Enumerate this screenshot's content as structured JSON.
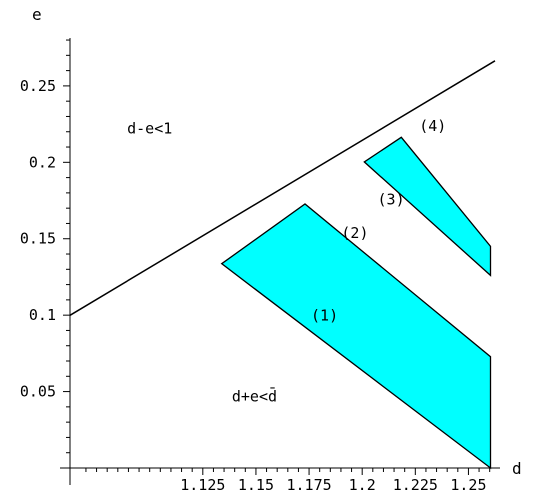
{
  "chart_data": {
    "type": "area",
    "xlabel": "d",
    "ylabel": "e",
    "xlim": [
      1.0625,
      1.2625
    ],
    "ylim": [
      0,
      0.2833
    ],
    "x_ticks": [
      1.125,
      1.15,
      1.175,
      1.2,
      1.225,
      1.25
    ],
    "x_tick_labels": [
      "1.125",
      "1.15",
      "1.175",
      "1.2",
      "1.225",
      "1.25"
    ],
    "y_ticks": [
      0.05,
      0.1,
      0.15,
      0.2,
      0.25
    ],
    "y_tick_labels": [
      "0.05",
      "0.1",
      "0.15",
      "0.2",
      "0.25"
    ],
    "lines": [
      {
        "points": [
          [
            1.0625,
            0.0999
          ],
          [
            1.2625,
            0.2664
          ]
        ]
      }
    ],
    "regions": [
      {
        "label": "(1)",
        "color": "#00FFFF",
        "points": [
          [
            1.1339,
            0.1337
          ],
          [
            1.1731,
            0.1727
          ],
          [
            1.2604,
            0.0728
          ],
          [
            1.2604,
            0.0
          ]
        ]
      },
      {
        "label": "(3)",
        "color": "#00FFFF",
        "points": [
          [
            1.201,
            0.2003
          ],
          [
            1.2184,
            0.2164
          ],
          [
            1.2604,
            0.145
          ],
          [
            1.2604,
            0.126
          ]
        ]
      }
    ],
    "annotations": [
      {
        "text": "d-e<1",
        "x": 1.1,
        "y": 0.222
      },
      {
        "text": "(4)",
        "x": 1.2332,
        "y": 0.2236
      },
      {
        "text": "(3)",
        "x": 1.2136,
        "y": 0.1757
      },
      {
        "text": "(2)",
        "x": 1.1966,
        "y": 0.1536
      },
      {
        "text": "(1)",
        "x": 1.1823,
        "y": 0.0997
      },
      {
        "text": "d+e<d̄",
        "x": 1.1493,
        "y": 0.0467
      }
    ],
    "grid": false
  }
}
